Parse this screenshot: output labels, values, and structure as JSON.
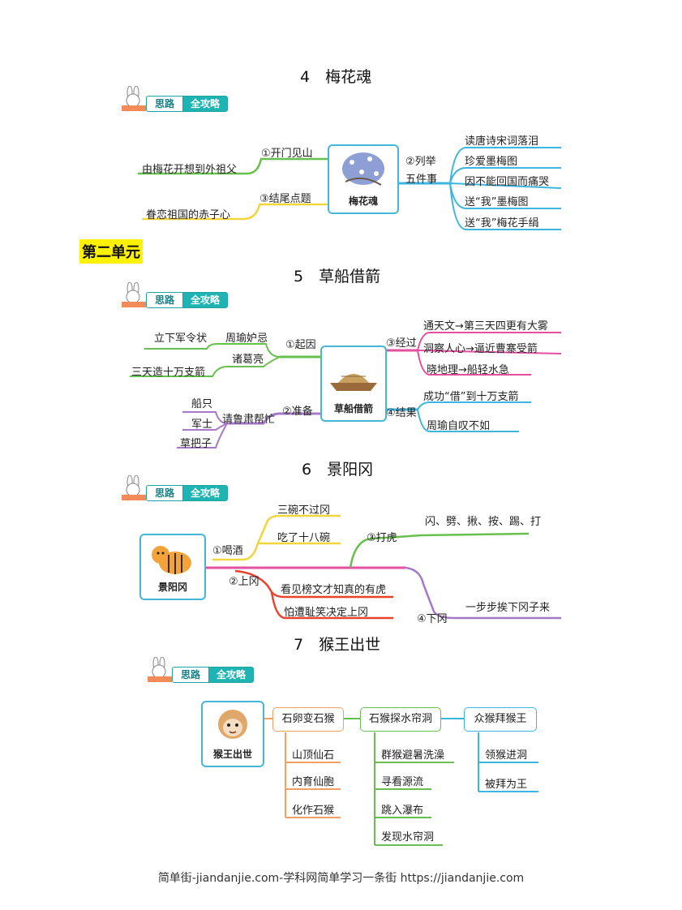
{
  "badge": {
    "left": "思路",
    "right": "全攻略"
  },
  "lesson4": {
    "title": "4　梅花魂",
    "center": "梅花魂",
    "b1": "①开门见山",
    "b1_leaf": "由梅花开想到外祖父",
    "b3": "③结尾点题",
    "b3_leaf": "眷恋祖国的赤子心",
    "b2a": "②列举",
    "b2b": "五件事",
    "items": [
      "读唐诗宋词落泪",
      "珍爱墨梅图",
      "因不能回国而痛哭",
      "送“我”墨梅图",
      "送“我”梅花手绢"
    ]
  },
  "unit2": "第二单元",
  "lesson5": {
    "title": "5　草船借箭",
    "center": "草船借箭",
    "cause": "①起因",
    "cause_a": "周瑜妒忌",
    "cause_b": "诸葛亮",
    "cause_leaf1": "立下军令状",
    "cause_leaf2": "三天造十万支箭",
    "prep": "②准备",
    "prep_mid": "请鲁肃帮忙",
    "prep_leaves": [
      "船只",
      "军士",
      "草把子"
    ],
    "process": "③经过",
    "process_items": [
      "通天文→第三天四更有大雾",
      "洞察人心→逼近曹寨受箭",
      "晓地理→船轻水急"
    ],
    "result": "④结果",
    "result_items": [
      "成功“借”到十万支箭",
      "周瑜自叹不如"
    ]
  },
  "lesson6": {
    "title": "6　景阳冈",
    "center": "景阳冈",
    "drink": "①喝酒",
    "drink_items": [
      "三碗不过冈",
      "吃了十八碗"
    ],
    "up": "②上冈",
    "up_items": [
      "看见榜文才知真的有虎",
      "怕遭耻笑决定上冈"
    ],
    "fight": "③打虎",
    "fight_item": "闪、劈、揪、按、踢、打",
    "down": "④下冈",
    "down_item": "一步步挨下冈子来"
  },
  "lesson7": {
    "title": "7　猴王出世",
    "center": "猴王出世",
    "col1": "石卵变石猴",
    "col1_items": [
      "山顶仙石",
      "内育仙胞",
      "化作石猴"
    ],
    "col2": "石猴探水帘洞",
    "col2_items": [
      "群猴避暑洗澡",
      "寻看源流",
      "跳入瀑布",
      "发现水帘洞"
    ],
    "col3": "众猴拜猴王",
    "col3_items": [
      "领猴进洞",
      "被拜为王"
    ]
  },
  "footer": "简单街-jiandanjie.com-学科网简单学习一条街 https://jiandanjie.com"
}
